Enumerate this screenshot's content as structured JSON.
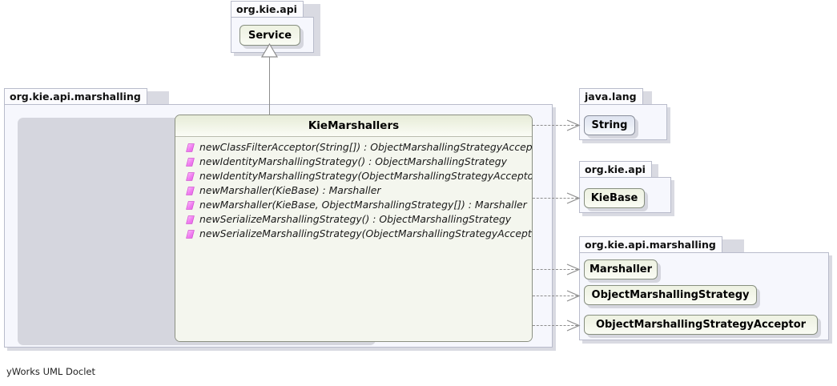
{
  "diagram": {
    "tool_footer": "yWorks UML Doclet",
    "colors": {
      "interface_fill": "#f2f5e9",
      "class_fill": "#e8ecf5",
      "package_fill": "#f6f7fd",
      "package_border": "#b9bccb",
      "node_border": "#878f80",
      "connector": "#8d8d8d",
      "member_icon": "#ee66ee"
    }
  },
  "packages": {
    "top": {
      "label": "org.kie.api",
      "nodes": [
        {
          "name": "Service",
          "kind": "interface"
        }
      ]
    },
    "main": {
      "label": "org.kie.api.marshalling",
      "class": {
        "title": "KieMarshallers",
        "kind": "interface",
        "members": [
          {
            "icon": "static-method-icon",
            "text": "newClassFilterAcceptor(String[]) : ObjectMarshallingStrategyAcceptor"
          },
          {
            "icon": "static-method-icon",
            "text": "newIdentityMarshallingStrategy() : ObjectMarshallingStrategy"
          },
          {
            "icon": "static-method-icon",
            "text": "newIdentityMarshallingStrategy(ObjectMarshallingStrategyAcceptor) : ObjectMarshallingStrategy"
          },
          {
            "icon": "static-method-icon",
            "text": "newMarshaller(KieBase) : Marshaller"
          },
          {
            "icon": "static-method-icon",
            "text": "newMarshaller(KieBase, ObjectMarshallingStrategy[]) : Marshaller"
          },
          {
            "icon": "static-method-icon",
            "text": "newSerializeMarshallingStrategy() : ObjectMarshallingStrategy"
          },
          {
            "icon": "static-method-icon",
            "text": "newSerializeMarshallingStrategy(ObjectMarshallingStrategyAcceptor) : ObjectMarshallingStrategy"
          }
        ]
      }
    },
    "java_lang": {
      "label": "java.lang",
      "nodes": [
        {
          "name": "String",
          "kind": "class"
        }
      ]
    },
    "kie_api": {
      "label": "org.kie.api",
      "nodes": [
        {
          "name": "KieBase",
          "kind": "interface"
        }
      ]
    },
    "kie_api_marshalling": {
      "label": "org.kie.api.marshalling",
      "nodes": [
        {
          "name": "Marshaller",
          "kind": "interface"
        },
        {
          "name": "ObjectMarshallingStrategy",
          "kind": "interface"
        },
        {
          "name": "ObjectMarshallingStrategyAcceptor",
          "kind": "interface"
        }
      ]
    }
  },
  "relations": [
    {
      "type": "generalization",
      "from": "KieMarshallers",
      "to": "Service"
    },
    {
      "type": "dependency",
      "from": "KieMarshallers",
      "to": "String"
    },
    {
      "type": "dependency",
      "from": "KieMarshallers",
      "to": "KieBase"
    },
    {
      "type": "dependency",
      "from": "KieMarshallers",
      "to": "Marshaller"
    },
    {
      "type": "dependency",
      "from": "KieMarshallers",
      "to": "ObjectMarshallingStrategy"
    },
    {
      "type": "dependency",
      "from": "KieMarshallers",
      "to": "ObjectMarshallingStrategyAcceptor"
    }
  ]
}
